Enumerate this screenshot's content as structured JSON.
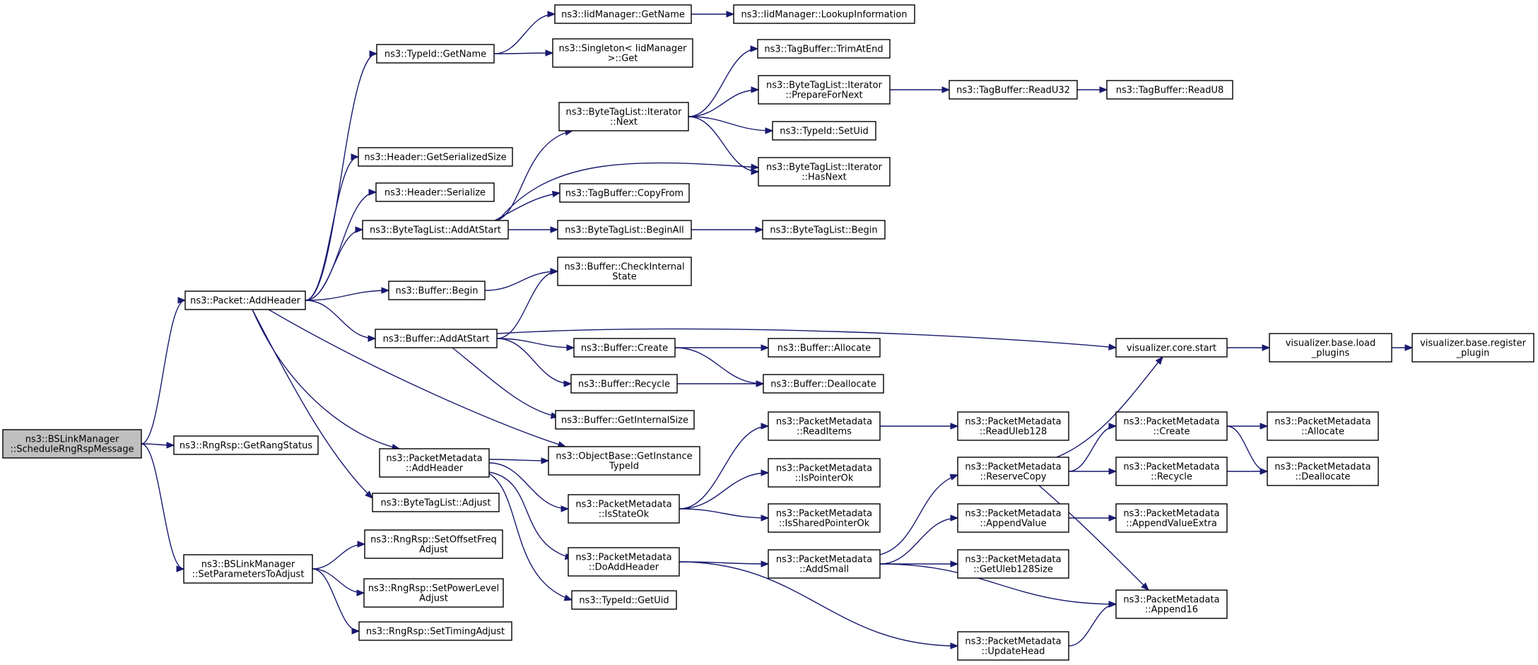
{
  "diagram": {
    "nodes": [
      {
        "id": "root",
        "lines": [
          "ns3::BSLinkManager",
          "::ScheduleRngRspMessage"
        ],
        "root": true
      },
      {
        "id": "addHeader",
        "lines": [
          "ns3::Packet::AddHeader"
        ]
      },
      {
        "id": "getRangStatus",
        "lines": [
          "ns3::RngRsp::GetRangStatus"
        ]
      },
      {
        "id": "setParams",
        "lines": [
          "ns3::BSLinkManager",
          "::SetParametersToAdjust"
        ]
      },
      {
        "id": "typeIdGetName",
        "lines": [
          "ns3::TypeId::GetName"
        ]
      },
      {
        "id": "headerGetSize",
        "lines": [
          "ns3::Header::GetSerializedSize"
        ]
      },
      {
        "id": "headerSerialize",
        "lines": [
          "ns3::Header::Serialize"
        ]
      },
      {
        "id": "btlAddAtStart",
        "lines": [
          "ns3::ByteTagList::AddAtStart"
        ]
      },
      {
        "id": "bufferBegin",
        "lines": [
          "ns3::Buffer::Begin"
        ]
      },
      {
        "id": "bufferAddAtStart",
        "lines": [
          "ns3::Buffer::AddAtStart"
        ]
      },
      {
        "id": "pmAddHeader",
        "lines": [
          "ns3::PacketMetadata",
          "::AddHeader"
        ]
      },
      {
        "id": "btlAdjust",
        "lines": [
          "ns3::ByteTagList::Adjust"
        ]
      },
      {
        "id": "setOffsetFreq",
        "lines": [
          "ns3::RngRsp::SetOffsetFreq",
          "Adjust"
        ]
      },
      {
        "id": "setPowerLevel",
        "lines": [
          "ns3::RngRsp::SetPowerLevel",
          "Adjust"
        ]
      },
      {
        "id": "setTiming",
        "lines": [
          "ns3::RngRsp::SetTimingAdjust"
        ]
      },
      {
        "id": "iidGetName",
        "lines": [
          "ns3::IidManager::GetName"
        ]
      },
      {
        "id": "singletonGet",
        "lines": [
          "ns3::Singleton< IidManager",
          ">::Get"
        ]
      },
      {
        "id": "iidLookup",
        "lines": [
          "ns3::IidManager::LookupInformation"
        ]
      },
      {
        "id": "btlIterNext",
        "lines": [
          "ns3::ByteTagList::Iterator",
          "::Next"
        ]
      },
      {
        "id": "tbCopyFrom",
        "lines": [
          "ns3::TagBuffer::CopyFrom"
        ]
      },
      {
        "id": "btlBeginAll",
        "lines": [
          "ns3::ByteTagList::BeginAll"
        ]
      },
      {
        "id": "btlBegin",
        "lines": [
          "ns3::ByteTagList::Begin"
        ]
      },
      {
        "id": "tbTrimAtEnd",
        "lines": [
          "ns3::TagBuffer::TrimAtEnd"
        ]
      },
      {
        "id": "btlPrepareForNext",
        "lines": [
          "ns3::ByteTagList::Iterator",
          "::PrepareForNext"
        ]
      },
      {
        "id": "typeIdSetUid",
        "lines": [
          "ns3::TypeId::SetUid"
        ]
      },
      {
        "id": "btlHasNext",
        "lines": [
          "ns3::ByteTagList::Iterator",
          "::HasNext"
        ]
      },
      {
        "id": "tbReadU32",
        "lines": [
          "ns3::TagBuffer::ReadU32"
        ]
      },
      {
        "id": "tbReadU8",
        "lines": [
          "ns3::TagBuffer::ReadU8"
        ]
      },
      {
        "id": "bufCheckInternal",
        "lines": [
          "ns3::Buffer::CheckInternal",
          "State"
        ]
      },
      {
        "id": "bufCreate",
        "lines": [
          "ns3::Buffer::Create"
        ]
      },
      {
        "id": "bufRecycle",
        "lines": [
          "ns3::Buffer::Recycle"
        ]
      },
      {
        "id": "bufGetInternalSize",
        "lines": [
          "ns3::Buffer::GetInternalSize"
        ]
      },
      {
        "id": "bufAllocate",
        "lines": [
          "ns3::Buffer::Allocate"
        ]
      },
      {
        "id": "bufDeallocate",
        "lines": [
          "ns3::Buffer::Deallocate"
        ]
      },
      {
        "id": "vizStart",
        "lines": [
          "visualizer.core.start"
        ]
      },
      {
        "id": "vizLoad",
        "lines": [
          "visualizer.base.load",
          "_plugins"
        ]
      },
      {
        "id": "vizRegister",
        "lines": [
          "visualizer.base.register",
          "_plugin"
        ]
      },
      {
        "id": "objGetInstance",
        "lines": [
          "ns3::ObjectBase::GetInstance",
          "TypeId"
        ]
      },
      {
        "id": "pmIsStateOk",
        "lines": [
          "ns3::PacketMetadata",
          "::IsStateOk"
        ]
      },
      {
        "id": "pmDoAddHeader",
        "lines": [
          "ns3::PacketMetadata",
          "::DoAddHeader"
        ]
      },
      {
        "id": "typeIdGetUid",
        "lines": [
          "ns3::TypeId::GetUid"
        ]
      },
      {
        "id": "pmReadItems",
        "lines": [
          "ns3::PacketMetadata",
          "::ReadItems"
        ]
      },
      {
        "id": "pmIsPointerOk",
        "lines": [
          "ns3::PacketMetadata",
          "::IsPointerOk"
        ]
      },
      {
        "id": "pmIsSharedPointerOk",
        "lines": [
          "ns3::PacketMetadata",
          "::IsSharedPointerOk"
        ]
      },
      {
        "id": "pmAddSmall",
        "lines": [
          "ns3::PacketMetadata",
          "::AddSmall"
        ]
      },
      {
        "id": "pmUpdateHead",
        "lines": [
          "ns3::PacketMetadata",
          "::UpdateHead"
        ]
      },
      {
        "id": "pmReadUleb128",
        "lines": [
          "ns3::PacketMetadata",
          "::ReadUleb128"
        ]
      },
      {
        "id": "pmReserveCopy",
        "lines": [
          "ns3::PacketMetadata",
          "::ReserveCopy"
        ]
      },
      {
        "id": "pmAppendValue",
        "lines": [
          "ns3::PacketMetadata",
          "::AppendValue"
        ]
      },
      {
        "id": "pmGetUleb128Size",
        "lines": [
          "ns3::PacketMetadata",
          "::GetUleb128Size"
        ]
      },
      {
        "id": "pmAppend16",
        "lines": [
          "ns3::PacketMetadata",
          "::Append16"
        ]
      },
      {
        "id": "pmCreate",
        "lines": [
          "ns3::PacketMetadata",
          "::Create"
        ]
      },
      {
        "id": "pmRecycle",
        "lines": [
          "ns3::PacketMetadata",
          "::Recycle"
        ]
      },
      {
        "id": "pmAppendValueExtra",
        "lines": [
          "ns3::PacketMetadata",
          "::AppendValueExtra"
        ]
      },
      {
        "id": "pmAllocate",
        "lines": [
          "ns3::PacketMetadata",
          "::Allocate"
        ]
      },
      {
        "id": "pmDeallocate",
        "lines": [
          "ns3::PacketMetadata",
          "::Deallocate"
        ]
      }
    ],
    "edges": [
      [
        "root",
        "addHeader"
      ],
      [
        "root",
        "getRangStatus"
      ],
      [
        "root",
        "setParams"
      ],
      [
        "addHeader",
        "typeIdGetName"
      ],
      [
        "addHeader",
        "headerGetSize"
      ],
      [
        "addHeader",
        "headerSerialize"
      ],
      [
        "addHeader",
        "btlAddAtStart"
      ],
      [
        "addHeader",
        "bufferBegin"
      ],
      [
        "addHeader",
        "bufferAddAtStart"
      ],
      [
        "addHeader",
        "objGetInstance"
      ],
      [
        "addHeader",
        "pmAddHeader"
      ],
      [
        "addHeader",
        "btlAdjust"
      ],
      [
        "setParams",
        "setOffsetFreq"
      ],
      [
        "setParams",
        "setPowerLevel"
      ],
      [
        "setParams",
        "setTiming"
      ],
      [
        "typeIdGetName",
        "iidGetName"
      ],
      [
        "typeIdGetName",
        "singletonGet"
      ],
      [
        "iidGetName",
        "iidLookup"
      ],
      [
        "btlAddAtStart",
        "btlIterNext"
      ],
      [
        "btlAddAtStart",
        "btlHasNext"
      ],
      [
        "btlAddAtStart",
        "tbCopyFrom"
      ],
      [
        "btlAddAtStart",
        "btlBeginAll"
      ],
      [
        "btlBeginAll",
        "btlBegin"
      ],
      [
        "btlIterNext",
        "tbTrimAtEnd"
      ],
      [
        "btlIterNext",
        "btlPrepareForNext"
      ],
      [
        "btlIterNext",
        "typeIdSetUid"
      ],
      [
        "btlIterNext",
        "btlHasNext"
      ],
      [
        "btlPrepareForNext",
        "tbReadU32"
      ],
      [
        "tbReadU32",
        "tbReadU8"
      ],
      [
        "bufferBegin",
        "bufCheckInternal"
      ],
      [
        "bufferAddAtStart",
        "bufCheckInternal"
      ],
      [
        "bufferAddAtStart",
        "vizStart"
      ],
      [
        "bufferAddAtStart",
        "bufCreate"
      ],
      [
        "bufferAddAtStart",
        "bufRecycle"
      ],
      [
        "bufferAddAtStart",
        "bufGetInternalSize"
      ],
      [
        "bufCreate",
        "bufAllocate"
      ],
      [
        "bufCreate",
        "bufDeallocate"
      ],
      [
        "bufRecycle",
        "bufDeallocate"
      ],
      [
        "vizStart",
        "vizLoad"
      ],
      [
        "vizLoad",
        "vizRegister"
      ],
      [
        "pmAddHeader",
        "objGetInstance"
      ],
      [
        "pmAddHeader",
        "pmIsStateOk"
      ],
      [
        "pmAddHeader",
        "pmDoAddHeader"
      ],
      [
        "pmAddHeader",
        "typeIdGetUid"
      ],
      [
        "pmIsStateOk",
        "pmReadItems"
      ],
      [
        "pmIsStateOk",
        "pmIsPointerOk"
      ],
      [
        "pmIsStateOk",
        "pmIsSharedPointerOk"
      ],
      [
        "pmReadItems",
        "pmReadUleb128"
      ],
      [
        "pmDoAddHeader",
        "pmAddSmall"
      ],
      [
        "pmDoAddHeader",
        "pmUpdateHead"
      ],
      [
        "pmAddSmall",
        "pmReserveCopy"
      ],
      [
        "pmAddSmall",
        "pmAppendValue"
      ],
      [
        "pmAddSmall",
        "pmGetUleb128Size"
      ],
      [
        "pmAddSmall",
        "pmAppend16"
      ],
      [
        "pmUpdateHead",
        "pmAppend16"
      ],
      [
        "pmReserveCopy",
        "vizStart"
      ],
      [
        "pmReserveCopy",
        "pmCreate"
      ],
      [
        "pmReserveCopy",
        "pmRecycle"
      ],
      [
        "pmReserveCopy",
        "pmAppend16"
      ],
      [
        "pmAppendValue",
        "pmAppendValueExtra"
      ],
      [
        "pmCreate",
        "pmAllocate"
      ],
      [
        "pmCreate",
        "pmDeallocate"
      ],
      [
        "pmRecycle",
        "pmDeallocate"
      ]
    ]
  }
}
